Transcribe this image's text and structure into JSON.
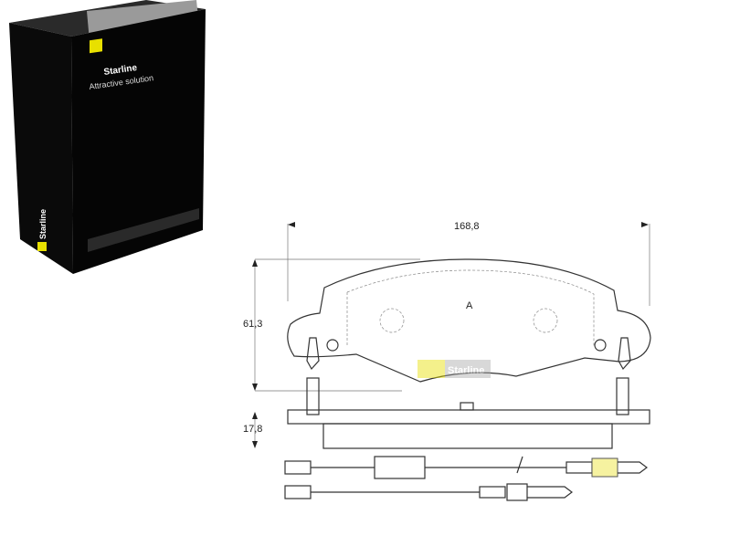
{
  "product_box": {
    "brand": "Starline",
    "tagline": "Attractive solution",
    "brand_color": "#e8e000"
  },
  "drawing": {
    "width_label": "168,8",
    "height_label": "61,3",
    "thickness_label": "17,8",
    "side_label": "A",
    "watermark": "Starline"
  }
}
